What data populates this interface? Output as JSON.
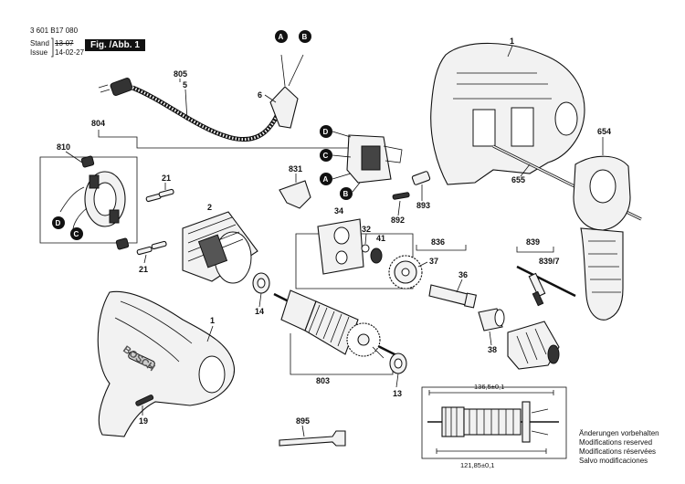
{
  "header": {
    "doc_number": "3 601 B17 080",
    "stand_label": "Stand",
    "stand_value": "13-07",
    "issue_label": "Issue",
    "issue_value": "14-02-27",
    "figure_label": "Fig. /Abb. 1"
  },
  "part_labels": {
    "p805": "805",
    "p5": "5",
    "p6": "6",
    "p1_housing": "1",
    "p654": "654",
    "p655": "655",
    "p804": "804",
    "p810": "810",
    "p21_top": "21",
    "p21_bottom": "21",
    "p2": "2",
    "p831": "831",
    "p34": "34",
    "p32": "32",
    "p41": "41",
    "p892": "892",
    "p893": "893",
    "p836": "836",
    "p37": "37",
    "p36": "36",
    "p839": "839",
    "p839_7": "839/7",
    "p38": "38",
    "p14": "14",
    "p803": "803",
    "p13": "13",
    "p1_shell": "1",
    "p19": "19",
    "p895": "895"
  },
  "connection_markers": {
    "a_cord": "A",
    "b_cord": "B",
    "d_switch": "D",
    "c_switch": "C",
    "a_switch": "A",
    "b_switch": "B",
    "d_brush": "D",
    "c_brush": "C"
  },
  "dimensions": {
    "overall_length": "136,5±0,1",
    "core_length": "121,85±0,1"
  },
  "housing_brand": "BOSCH",
  "notes": [
    "Änderungen vorbehalten",
    "Modifications reserved",
    "Modifications réservées",
    "Salvo modificaciones"
  ]
}
